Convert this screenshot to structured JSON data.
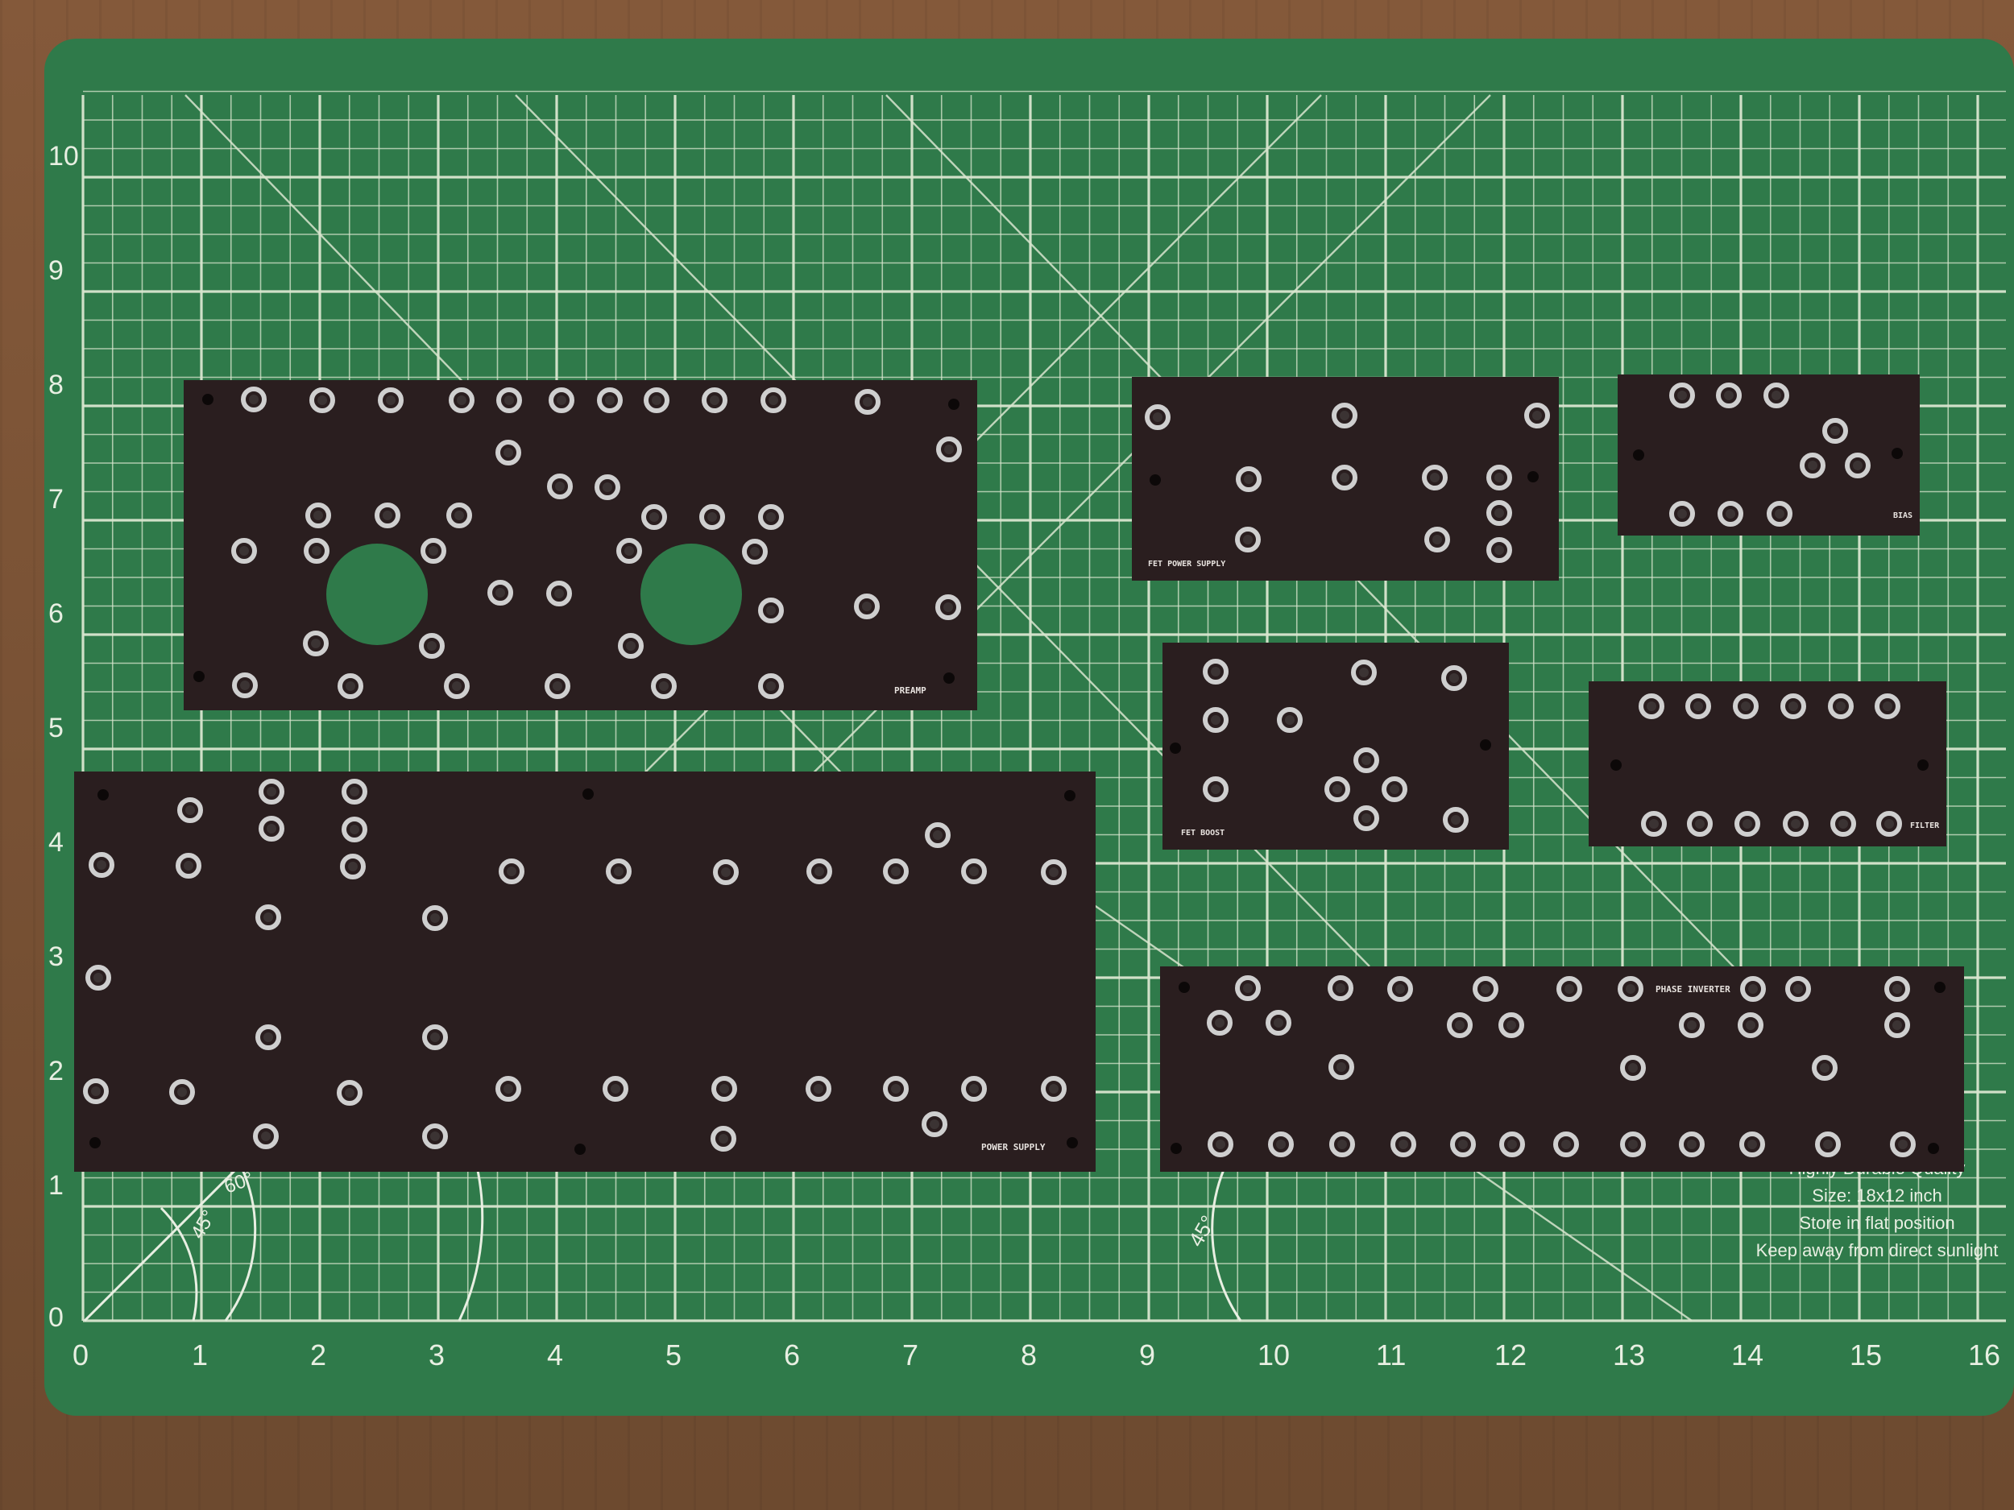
{
  "colors": {
    "wood": "#7a5230",
    "mat": "#2f7a4a",
    "grid": "#d9e6cf",
    "board": "#2a1e1f",
    "silk": "#e8e3df",
    "eyelet": "#cfcfcf"
  },
  "mat": {
    "left_numbers": [
      "10",
      "9",
      "8",
      "7",
      "6",
      "5",
      "4",
      "3",
      "2",
      "1",
      "0"
    ],
    "bottom_numbers": [
      "0",
      "1",
      "2",
      "3",
      "4",
      "5",
      "6",
      "7",
      "8",
      "9",
      "10",
      "11",
      "12",
      "13",
      "14",
      "15",
      "16"
    ],
    "angle_marks": [
      "60°",
      "45°",
      "45°"
    ],
    "info_lines": [
      "Highly Durable Quality",
      "Size: 18x12 inch",
      "Store in flat position",
      "Keep away from direct sunlight"
    ]
  },
  "boards": [
    {
      "id": "preamp",
      "label": "PREAMP"
    },
    {
      "id": "power-supply",
      "label": "POWER SUPPLY"
    },
    {
      "id": "fet-power-supply",
      "label": "FET POWER SUPPLY"
    },
    {
      "id": "bias",
      "label": "BIAS"
    },
    {
      "id": "fet-boost",
      "label": "FET BOOST"
    },
    {
      "id": "filter",
      "label": "FILTER"
    },
    {
      "id": "phase-inverter",
      "label": "PHASE INVERTER"
    }
  ]
}
